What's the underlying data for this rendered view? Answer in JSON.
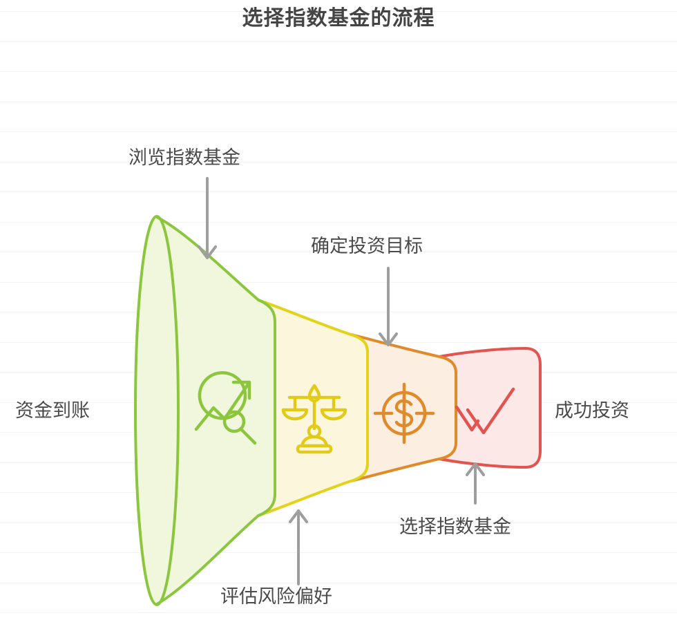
{
  "page": {
    "title": "选择指数基金的流程",
    "background_color": "#ffffff",
    "grid_line_color": "#f2f2f2",
    "text_color": "#4a4a4a",
    "title_color": "#444444",
    "arrow_color": "#9e9e9e"
  },
  "chart_data": {
    "type": "funnel",
    "title": "选择指数基金的流程",
    "orientation": "horizontal",
    "stages": [
      {
        "label": "浏览指数基金",
        "icon": "chart-search-icon",
        "stroke": "#8cc63e",
        "fill": "#f0f7dc",
        "icon_color": "#8cc63e",
        "callout_position": "top",
        "order": 1
      },
      {
        "label": "评估风险偏好",
        "icon": "scales-balance-icon",
        "stroke": "#e2d21a",
        "fill": "#fcf7dc",
        "icon_color": "#e2cb18",
        "callout_position": "bottom",
        "order": 2
      },
      {
        "label": "确定投资目标",
        "icon": "dollar-target-icon",
        "stroke": "#e08b2a",
        "fill": "#fdeee2",
        "icon_color": "#e08b2a",
        "callout_position": "top",
        "order": 3
      },
      {
        "label": "选择指数基金",
        "icon": "double-check-icon",
        "stroke": "#e2544f",
        "fill": "#fce8e7",
        "icon_color": "#e2544f",
        "callout_position": "bottom",
        "order": 4
      }
    ],
    "endpoints": {
      "input_label": "资金到账",
      "output_label": "成功投资"
    }
  },
  "labels": {
    "stage1": "浏览指数基金",
    "stage2": "评估风险偏好",
    "stage3": "确定投资目标",
    "stage4": "选择指数基金",
    "input": "资金到账",
    "output": "成功投资"
  }
}
